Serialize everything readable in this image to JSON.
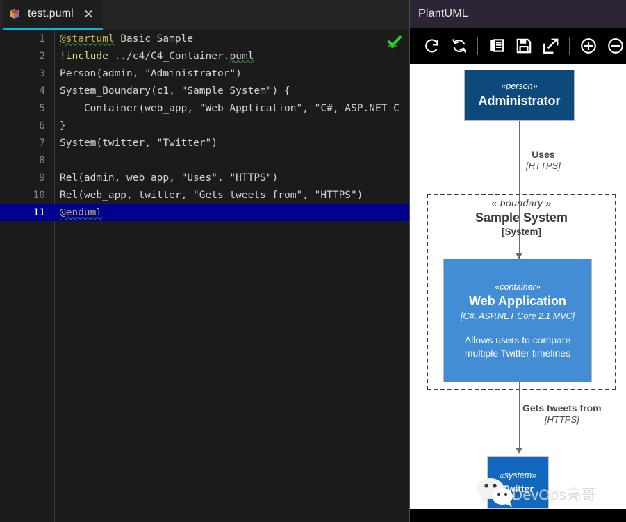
{
  "editor": {
    "tab": {
      "filename": "test.puml",
      "icon": "plantuml-file-icon",
      "close_label": "✕"
    },
    "status_icon": "green-check-icon",
    "lines": [
      {
        "number": "1",
        "text": "@startuml Basic Sample"
      },
      {
        "number": "2",
        "text": "!include ../c4/C4_Container.puml"
      },
      {
        "number": "3",
        "text": "Person(admin, \"Administrator\")"
      },
      {
        "number": "4",
        "text": "System_Boundary(c1, \"Sample System\") {"
      },
      {
        "number": "5",
        "text": "    Container(web_app, \"Web Application\", \"C#, ASP.NET C"
      },
      {
        "number": "6",
        "text": "}"
      },
      {
        "number": "7",
        "text": "System(twitter, \"Twitter\")"
      },
      {
        "number": "8",
        "text": ""
      },
      {
        "number": "9",
        "text": "Rel(admin, web_app, \"Uses\", \"HTTPS\")"
      },
      {
        "number": "10",
        "text": "Rel(web_app, twitter, \"Gets tweets from\", \"HTTPS\")"
      },
      {
        "number": "11",
        "text": "@enduml"
      }
    ],
    "active_line": "11"
  },
  "preview": {
    "title": "PlantUML",
    "toolbar": [
      {
        "name": "refresh-icon",
        "tooltip": "Refresh"
      },
      {
        "name": "auto-refresh-icon",
        "tooltip": "Auto Refresh"
      },
      {
        "name": "copy-icon",
        "tooltip": "Copy"
      },
      {
        "name": "save-icon",
        "tooltip": "Save"
      },
      {
        "name": "export-icon",
        "tooltip": "Export"
      },
      {
        "name": "zoom-in-icon",
        "tooltip": "Zoom In"
      },
      {
        "name": "zoom-out-icon",
        "tooltip": "Zoom Out"
      }
    ],
    "diagram": {
      "person": {
        "stereotype": "«person»",
        "name": "Administrator"
      },
      "boundary": {
        "stereotype": "« boundary »",
        "name": "Sample System",
        "type": "[System]"
      },
      "container": {
        "stereotype": "«container»",
        "name": "Web Application",
        "tech": "[C#, ASP.NET Core 2.1 MVC]",
        "description_line1": "Allows users to compare",
        "description_line2": "multiple Twitter timelines"
      },
      "system": {
        "stereotype": "«system»",
        "name": "Twitter"
      },
      "relationships": [
        {
          "label": "Uses",
          "tech": "[HTTPS]"
        },
        {
          "label": "Gets tweets from",
          "tech": "[HTTPS]"
        }
      ]
    },
    "watermark": {
      "icon": "wechat-icon",
      "text": "DevOps亮哥"
    }
  },
  "colors": {
    "tab_accent": "#00b7e0",
    "person_fill": "#0d4a7b",
    "container_fill": "#438dd5",
    "system_fill": "#1168bd",
    "selection": "#00008f",
    "panel_titlebar": "#2d2438"
  }
}
